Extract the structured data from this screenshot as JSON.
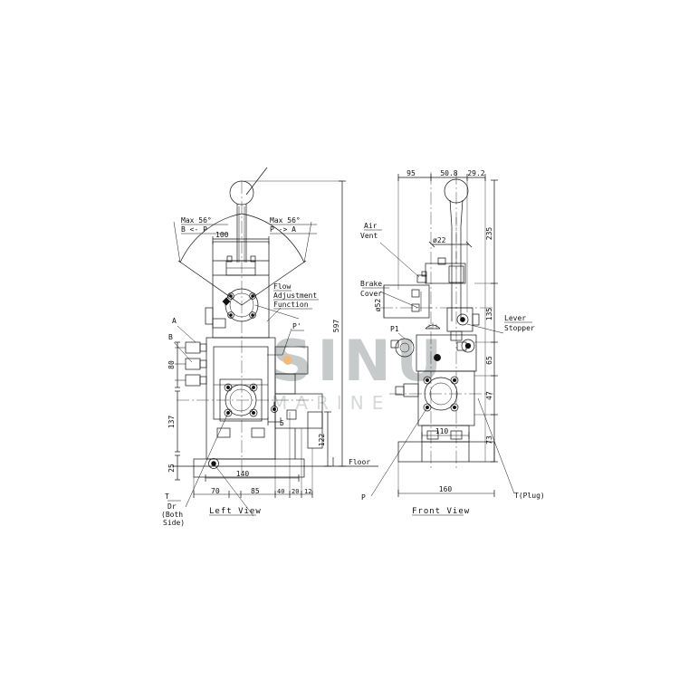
{
  "drawing": {
    "background": "#ffffff",
    "line_color": "#111111",
    "title_left": "Left View",
    "title_front": "Front View"
  },
  "watermark": {
    "text_main": "SINU",
    "text_sub": "MARINE",
    "color": "#9aa0a0",
    "accent_color": "#e8820c"
  },
  "left_view": {
    "angle_note_left_1": "Max 56°",
    "angle_note_left_2": "B <- P",
    "angle_note_right_1": "Max 56°",
    "angle_note_right_2": "P -> A",
    "callout_flow_1": "Flow",
    "callout_flow_2": "Adjustment",
    "callout_flow_3": "Function",
    "port_a": "A",
    "port_b": "B",
    "port_t": "T",
    "port_dr_1": "Dr",
    "port_dr_2": "(Both",
    "port_dr_3": "Side)",
    "port_pp": "P'",
    "floor_label": "Floor",
    "dims": {
      "top_width": "100",
      "overall_height": "597",
      "h_80": "80",
      "h_137": "137",
      "h_25": "25",
      "h_122": "122",
      "d_5": "5",
      "base_140": "140",
      "b_70": "70",
      "b_85": "85",
      "b_40": "40",
      "b_20": "20",
      "b_12": "12"
    }
  },
  "front_view": {
    "callout_air_vent_1": "Air",
    "callout_air_vent_2": "Vent",
    "callout_brake_1": "Brake",
    "callout_brake_2": "Cover",
    "callout_lever_1": "Lever",
    "callout_lever_2": "Stopper",
    "port_p": "P",
    "port_p1": "P1",
    "port_t_plug": "T(Plug)",
    "dims": {
      "w_95": "95",
      "w_508": "50.8",
      "w_292": "29.2",
      "dia_22": "ø22",
      "dia_52": "ø52",
      "h_235": "235",
      "h_135": "135",
      "h_65": "65",
      "h_47": "47",
      "h_73": "73",
      "base_110": "110",
      "base_160": "160"
    }
  }
}
